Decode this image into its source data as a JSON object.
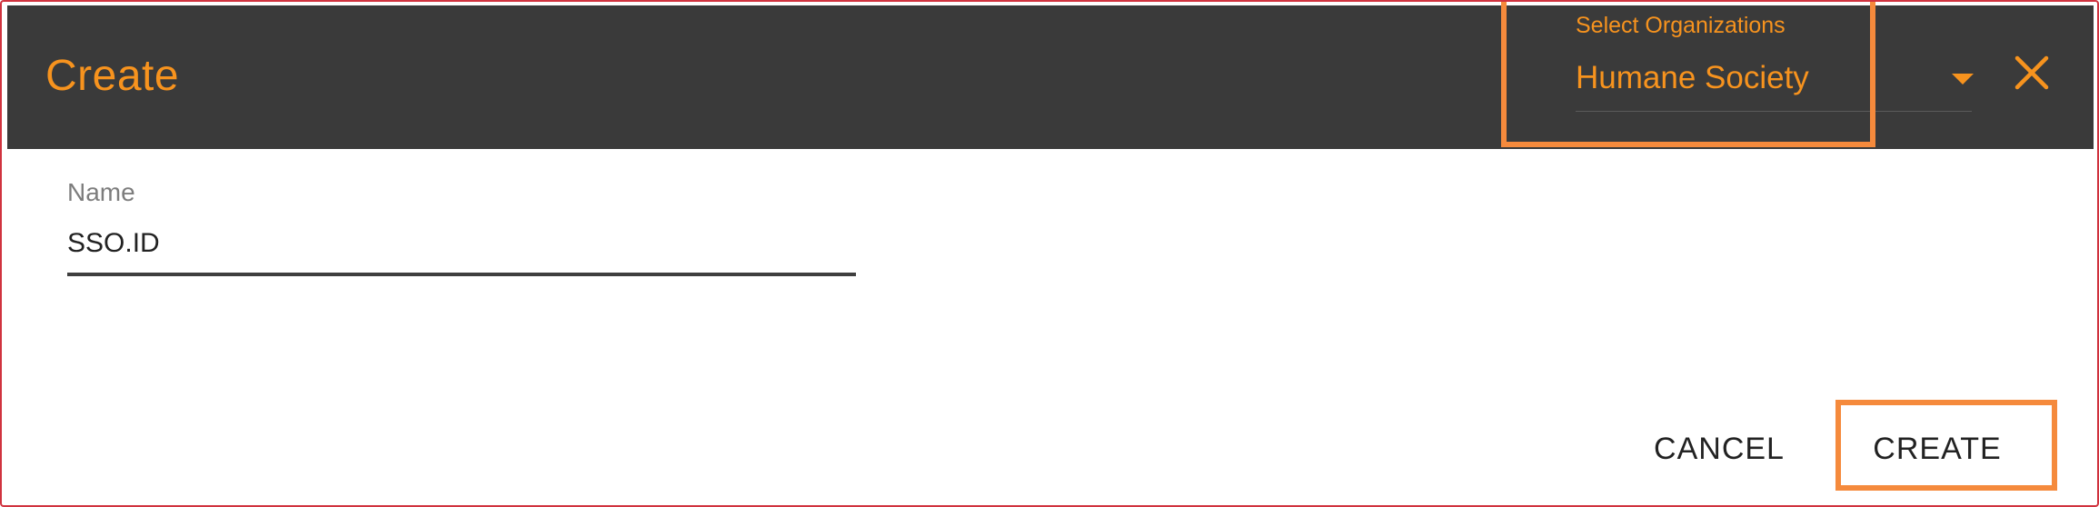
{
  "dialog": {
    "title": "Create"
  },
  "organization_select": {
    "label": "Select Organizations",
    "value": "Humane Society",
    "icon": "chevron-down-icon"
  },
  "close": {
    "icon": "close-icon"
  },
  "name_field": {
    "label": "Name",
    "value": "SSO.ID"
  },
  "actions": {
    "cancel_label": "CANCEL",
    "create_label": "CREATE"
  },
  "colors": {
    "accent": "#f7931e",
    "highlight": "#f58a3c",
    "header_bg": "#3a3a3a",
    "border": "#d0333f"
  }
}
